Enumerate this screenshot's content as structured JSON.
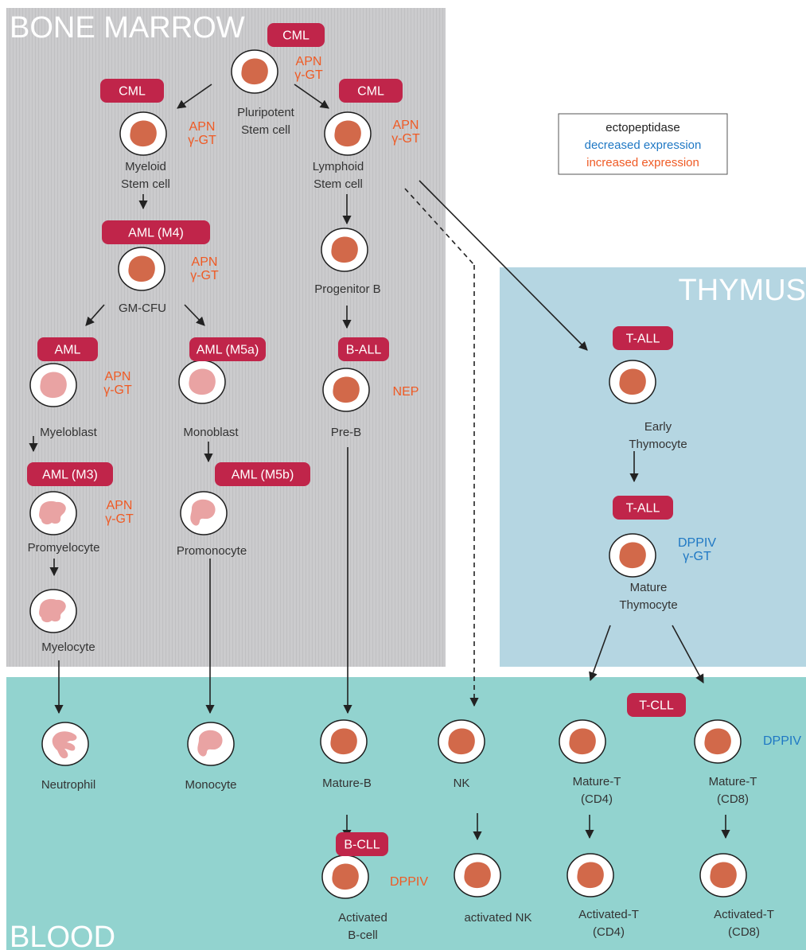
{
  "regions": {
    "bone_marrow": "BONE MARROW",
    "thymus": "THYMUS",
    "blood": "BLOOD"
  },
  "legend": {
    "title": "ectopeptidase",
    "decreased": "decreased expression",
    "increased": "increased expression"
  },
  "colors": {
    "bone_marrow_bg": "#cbcbcd",
    "thymus_bg": "#b5d6e2",
    "blood_bg": "#92d3cf",
    "disease_badge": "#c0254a",
    "increased": "#ef5a24",
    "decreased": "#1f78c4",
    "nucleus_mature": "#d2694a",
    "nucleus_myeloid": "#e9a3a3"
  },
  "cells": [
    {
      "id": "pluripotent",
      "label": [
        "Pluripotent",
        "Stem cell"
      ],
      "nucleus": "round",
      "color": "mature"
    },
    {
      "id": "myeloid",
      "label": [
        "Myeloid",
        "Stem cell"
      ],
      "nucleus": "round",
      "color": "mature"
    },
    {
      "id": "lymphoid",
      "label": [
        "Lymphoid",
        "Stem cell"
      ],
      "nucleus": "round",
      "color": "mature"
    },
    {
      "id": "gmcfu",
      "label": [
        "GM-CFU"
      ],
      "nucleus": "round",
      "color": "mature"
    },
    {
      "id": "progenitorb",
      "label": [
        "Progenitor B"
      ],
      "nucleus": "round",
      "color": "mature"
    },
    {
      "id": "myeloblast",
      "label": [
        "Myeloblast"
      ],
      "nucleus": "round",
      "color": "myeloid"
    },
    {
      "id": "monoblast",
      "label": [
        "Monoblast"
      ],
      "nucleus": "round",
      "color": "myeloid"
    },
    {
      "id": "preb",
      "label": [
        "Pre-B"
      ],
      "nucleus": "round",
      "color": "mature"
    },
    {
      "id": "promyelocyte",
      "label": [
        "Promyelocyte"
      ],
      "nucleus": "irregular",
      "color": "myeloid"
    },
    {
      "id": "promonocyte",
      "label": [
        "Promonocyte"
      ],
      "nucleus": "kidney",
      "color": "myeloid"
    },
    {
      "id": "myelocyte",
      "label": [
        "Myelocyte"
      ],
      "nucleus": "irregular",
      "color": "myeloid"
    },
    {
      "id": "neutrophil",
      "label": [
        "Neutrophil"
      ],
      "nucleus": "lobed",
      "color": "myeloid"
    },
    {
      "id": "monocyte",
      "label": [
        "Monocyte"
      ],
      "nucleus": "kidney",
      "color": "myeloid"
    },
    {
      "id": "matureb",
      "label": [
        "Mature-B"
      ],
      "nucleus": "round",
      "color": "mature"
    },
    {
      "id": "nk",
      "label": [
        "NK"
      ],
      "nucleus": "round",
      "color": "mature"
    },
    {
      "id": "maturet4",
      "label": [
        "Mature-T",
        "(CD4)"
      ],
      "nucleus": "round",
      "color": "mature"
    },
    {
      "id": "maturet8",
      "label": [
        "Mature-T",
        "(CD8)"
      ],
      "nucleus": "round",
      "color": "mature"
    },
    {
      "id": "activatedb",
      "label": [
        "Activated",
        "B-cell"
      ],
      "nucleus": "round",
      "color": "mature"
    },
    {
      "id": "activatednk",
      "label": [
        "activated NK"
      ],
      "nucleus": "round",
      "color": "mature"
    },
    {
      "id": "activatedt4",
      "label": [
        "Activated-T",
        "(CD4)"
      ],
      "nucleus": "round",
      "color": "mature"
    },
    {
      "id": "activatedt8",
      "label": [
        "Activated-T",
        "(CD8)"
      ],
      "nucleus": "round",
      "color": "mature"
    },
    {
      "id": "earlythymo",
      "label": [
        "Early",
        "Thymocyte"
      ],
      "nucleus": "round",
      "color": "mature"
    },
    {
      "id": "maturethymo",
      "label": [
        "Mature",
        "Thymocyte"
      ],
      "nucleus": "round",
      "color": "mature"
    }
  ],
  "diseases": [
    {
      "id": "cml_top",
      "text": "CML"
    },
    {
      "id": "cml_left",
      "text": "CML"
    },
    {
      "id": "cml_right",
      "text": "CML"
    },
    {
      "id": "aml_m4",
      "text": "AML (M4)"
    },
    {
      "id": "aml",
      "text": "AML"
    },
    {
      "id": "aml_m5a",
      "text": "AML (M5a)"
    },
    {
      "id": "b_all",
      "text": "B-ALL"
    },
    {
      "id": "aml_m3",
      "text": "AML (M3)"
    },
    {
      "id": "aml_m5b",
      "text": "AML (M5b)"
    },
    {
      "id": "b_cll",
      "text": "B-CLL"
    },
    {
      "id": "t_cll",
      "text": "T-CLL"
    },
    {
      "id": "t_all_1",
      "text": "T-ALL"
    },
    {
      "id": "t_all_2",
      "text": "T-ALL"
    }
  ],
  "enzymes": [
    {
      "id": "pluripotent",
      "lines": [
        "APN",
        "γ-GT"
      ],
      "type": "increased"
    },
    {
      "id": "myeloid",
      "lines": [
        "APN",
        "γ-GT"
      ],
      "type": "increased"
    },
    {
      "id": "lymphoid",
      "lines": [
        "APN",
        "γ-GT"
      ],
      "type": "increased"
    },
    {
      "id": "gmcfu",
      "lines": [
        "APN",
        "γ-GT"
      ],
      "type": "increased"
    },
    {
      "id": "myeloblast",
      "lines": [
        "APN",
        "γ-GT"
      ],
      "type": "increased"
    },
    {
      "id": "promyelocyte",
      "lines": [
        "APN",
        "γ-GT"
      ],
      "type": "increased"
    },
    {
      "id": "preb",
      "lines": [
        "NEP"
      ],
      "type": "increased"
    },
    {
      "id": "activatedb",
      "lines": [
        "DPPIV"
      ],
      "type": "increased"
    },
    {
      "id": "maturethymo",
      "lines": [
        "DPPIV",
        "γ-GT"
      ],
      "type": "decreased"
    },
    {
      "id": "maturet8",
      "lines": [
        "DPPIV"
      ],
      "type": "decreased"
    }
  ]
}
